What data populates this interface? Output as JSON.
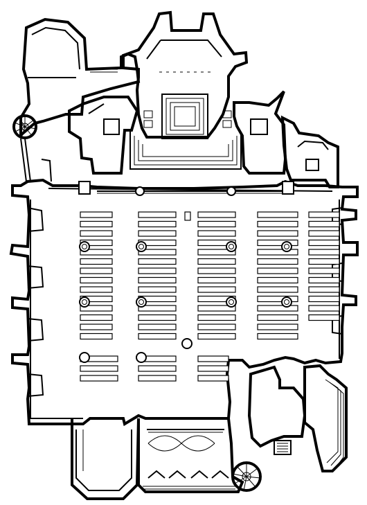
{
  "plan": {
    "pew_blocks": [
      {
        "name": "outer-left",
        "rows": 14
      },
      {
        "name": "inner-left",
        "rows": 14
      },
      {
        "name": "center",
        "rows": 14
      },
      {
        "name": "inner-right",
        "rows": 14
      },
      {
        "name": "outer-right",
        "rows": 12
      }
    ],
    "rear_pew_blocks": 3,
    "rear_pew_rows": 3,
    "nave_pillars": 8,
    "font_pillar": 1
  }
}
